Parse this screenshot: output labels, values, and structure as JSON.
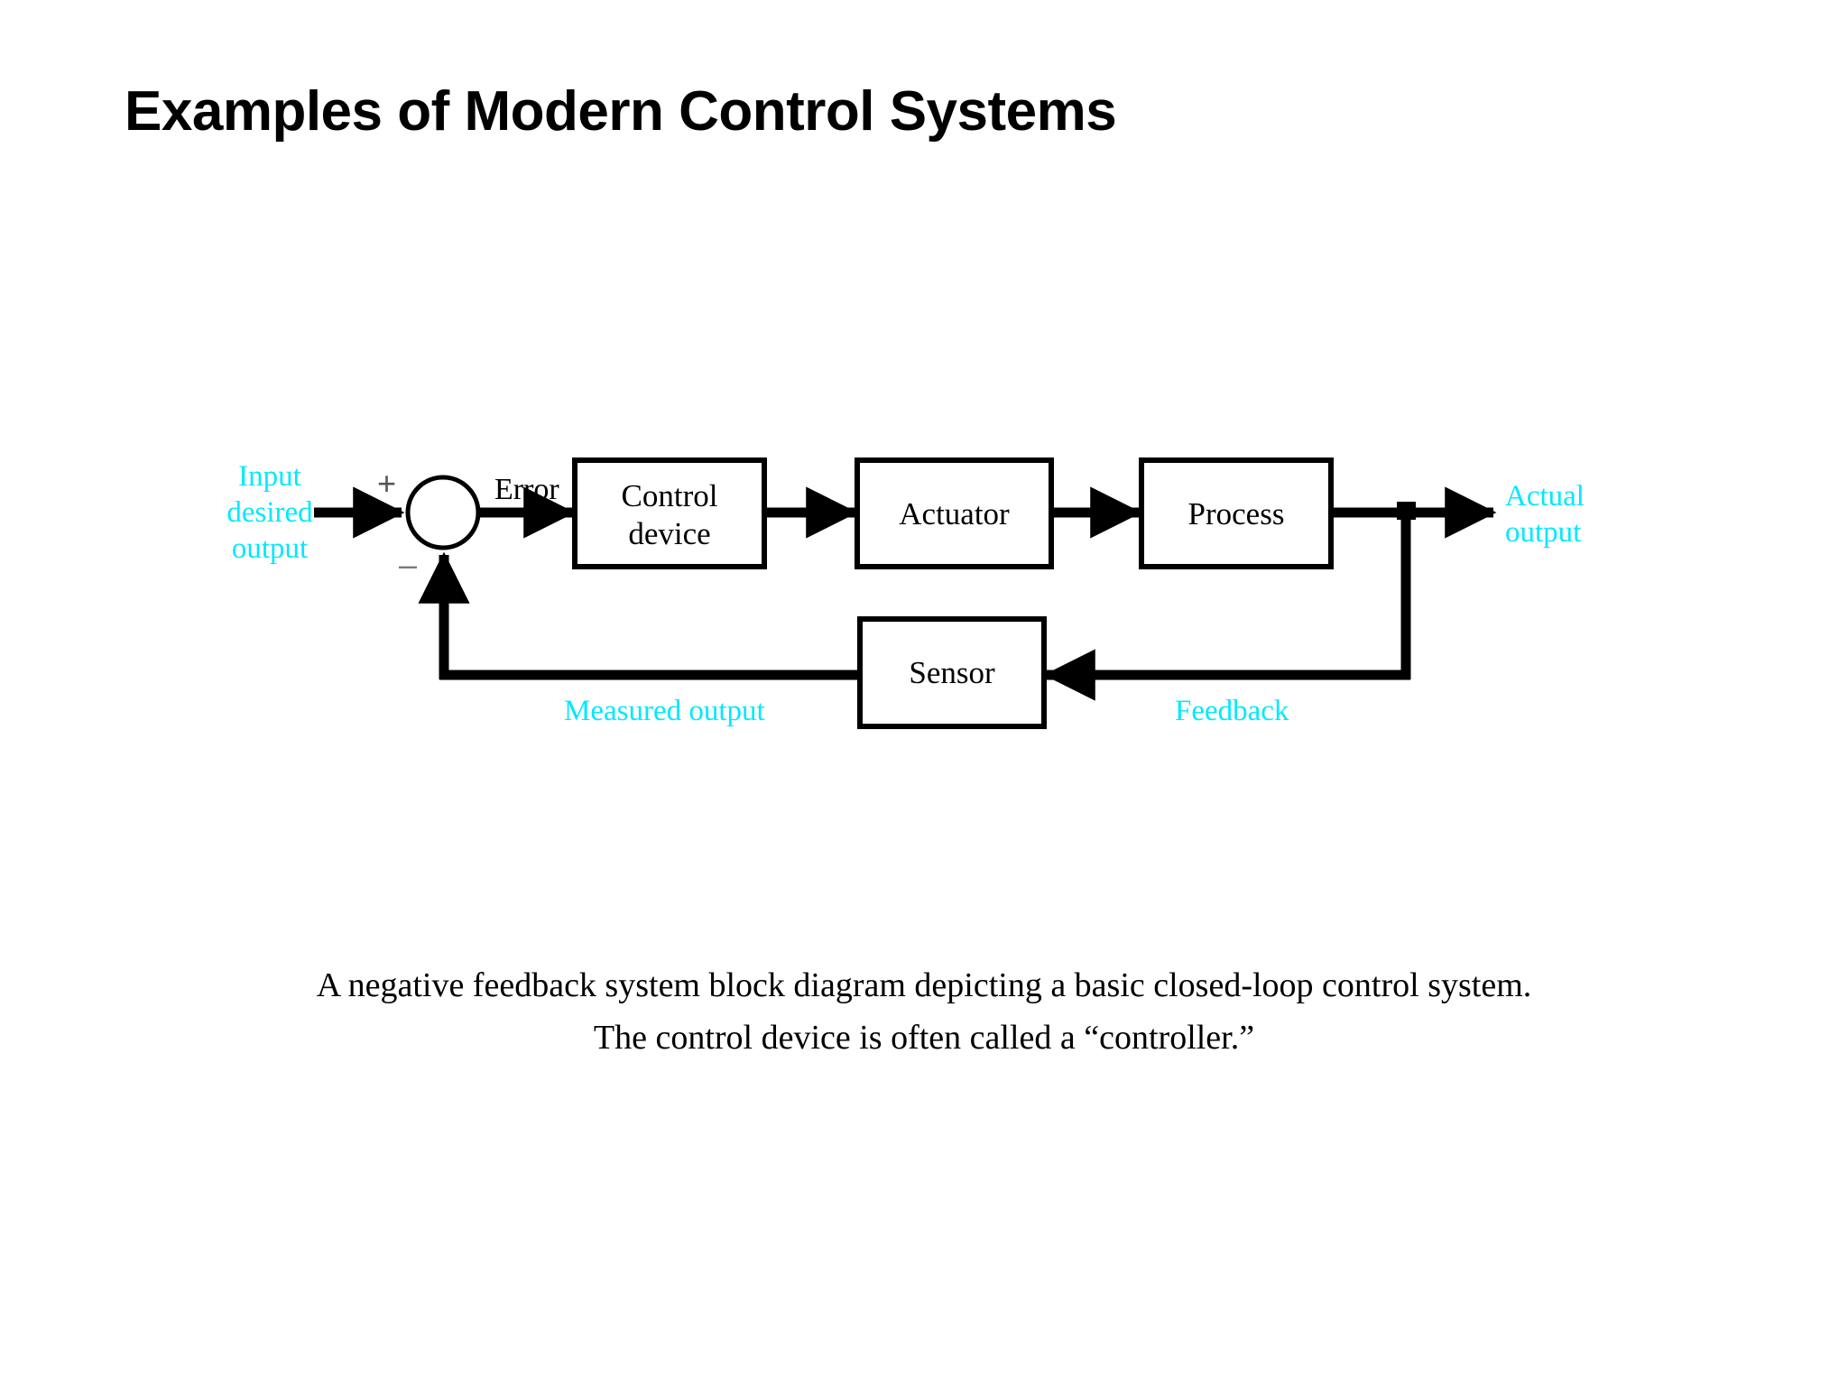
{
  "slide": {
    "title": "Examples of Modern Control Systems",
    "background_color": "#ffffff"
  },
  "colors": {
    "annotation_cyan": "#00e8ff",
    "diagram_black": "#000000",
    "sign_gray": "#666666"
  },
  "diagram": {
    "type": "block-diagram",
    "name": "negative-feedback-control-loop",
    "blocks": [
      {
        "id": "control-device",
        "label": "Control\ndevice",
        "line1": "Control",
        "line2": "device"
      },
      {
        "id": "actuator",
        "label": "Actuator"
      },
      {
        "id": "process",
        "label": "Process"
      },
      {
        "id": "sensor",
        "label": "Sensor"
      }
    ],
    "summing_junction": {
      "plus_sign": "+",
      "minus_sign": "–"
    },
    "signal_labels": {
      "input": "Input\ndesired\noutput",
      "input_line1": "Input",
      "input_line2": "desired",
      "input_line3": "output",
      "error": "Error",
      "actual_output_line1": "Actual",
      "actual_output_line2": "output",
      "measured_output": "Measured output",
      "feedback": "Feedback"
    }
  },
  "caption": {
    "line1": "A negative feedback system block diagram depicting a basic closed-loop control system.",
    "line2": "The control device is often called a “controller.”"
  }
}
